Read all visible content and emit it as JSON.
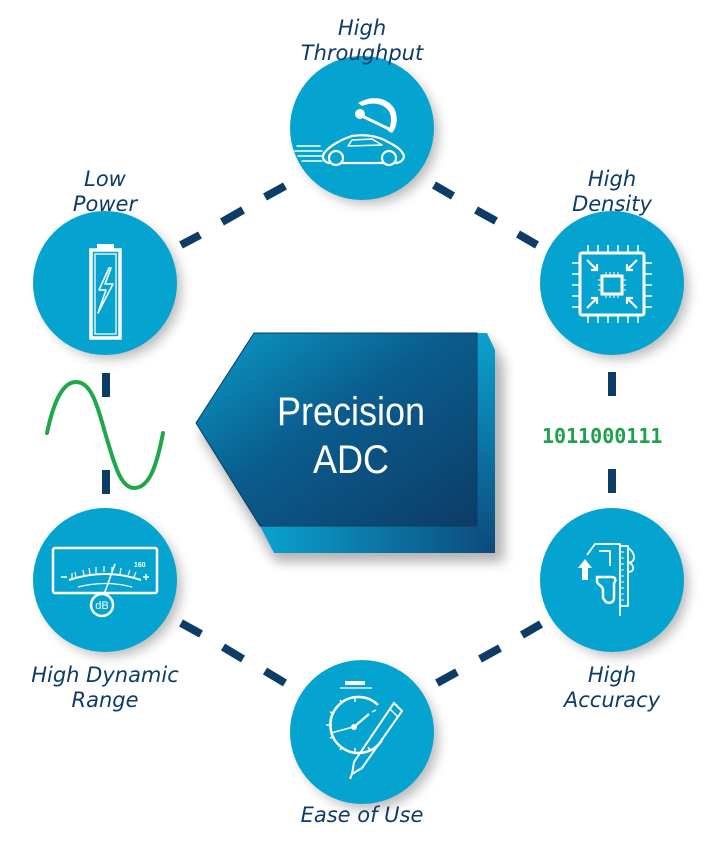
{
  "center": {
    "line1": "Precision",
    "line2": "ADC"
  },
  "features": [
    {
      "id": "high-throughput",
      "line1": "High",
      "line2": "Throughput",
      "icon": "car-speedometer-icon"
    },
    {
      "id": "high-density",
      "line1": "High",
      "line2": "Density",
      "icon": "chip-compress-icon"
    },
    {
      "id": "high-accuracy",
      "line1": "High",
      "line2": "Accuracy",
      "icon": "caliper-icon"
    },
    {
      "id": "ease-of-use",
      "line1": "Ease of Use",
      "icon": "stopwatch-pencil-icon"
    },
    {
      "id": "high-dynamic-range",
      "line1": "High Dynamic",
      "line2": "Range",
      "icon": "db-meter-icon"
    },
    {
      "id": "low-power",
      "line1": "Low",
      "line2": "Power",
      "icon": "battery-bolt-icon"
    }
  ],
  "meter_scale_label": "160",
  "meter_unit": "dB",
  "digital_output": "1011000111",
  "analog_signal_icon": "sine-wave-icon",
  "colors": {
    "circle": "#05a3cf",
    "dash": "#0d3c66",
    "label": "#0d3c66",
    "adc_dark": "#0d3c66",
    "adc_light": "#0a9cc8",
    "sine": "#1fa84a",
    "bits": "#1fa04a"
  }
}
